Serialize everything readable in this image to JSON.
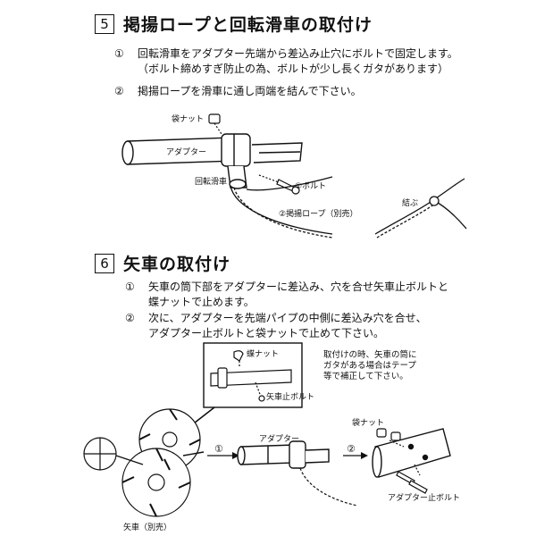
{
  "section5": {
    "number": "5",
    "title": "掲揚ロープと回転滑車の取付け",
    "step1_mark": "①",
    "step1_line1": "回転滑車をアダプター先端から差込み止穴にボルトで固定します。",
    "step1_line2": "（ボルト締めすぎ防止の為、ボルトが少し長くガタがあります）",
    "step2_mark": "②",
    "step2_line1": "掲揚ロープを滑車に通し両端を結んで下さい。",
    "labels": {
      "bag_nut": "袋ナット",
      "adapter": "アダプター",
      "pulley": "回転滑車",
      "bolt": "①ボルト",
      "rope": "②掲揚ロープ（別売）",
      "tie": "結ぶ"
    }
  },
  "section6": {
    "number": "6",
    "title": "矢車の取付け",
    "step1_mark": "①",
    "step1_line1": "矢車の筒下部をアダプターに差込み、穴を合せ矢車止ボルトと",
    "step1_line2": "蝶ナットで止めます。",
    "step2_mark": "②",
    "step2_line1": "次に、アダプターを先端パイプの中側に差込み穴を合せ、",
    "step2_line2": "アダプター止ボルトと袋ナットで止めて下さい。",
    "note_line1": "取付けの時、矢車の筒に",
    "note_line2": "ガタがある場合はテープ",
    "note_line3": "等で補正して下さい。",
    "labels": {
      "wing_nut": "蝶ナット",
      "pinwheel_bolt": "矢車止ボルト",
      "adapter": "アダプター",
      "bag_nut": "袋ナット",
      "adapter_bolt": "アダプター止ボルト",
      "pinwheel": "矢車（別売）",
      "arrow1": "①",
      "arrow2": "②"
    }
  }
}
